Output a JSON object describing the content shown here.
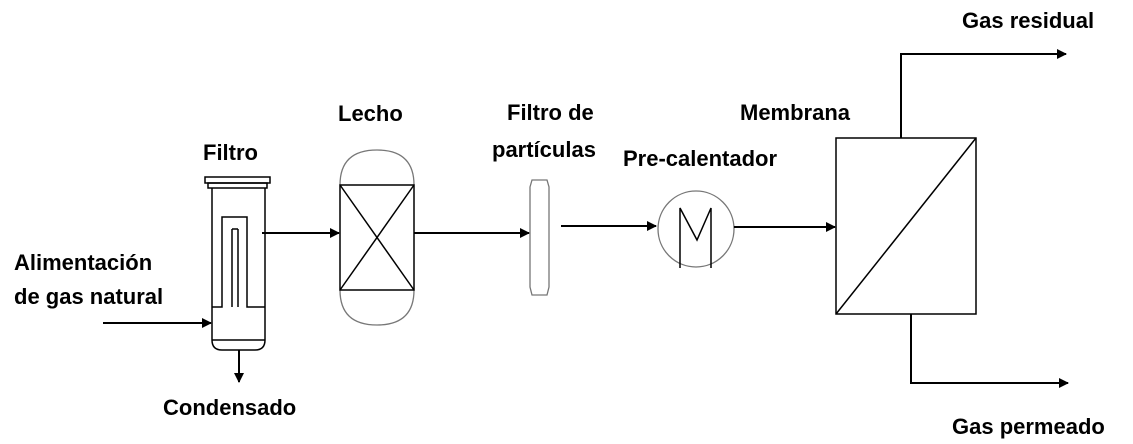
{
  "labels": {
    "filtro": "Filtro",
    "lecho": "Lecho",
    "filtro_particulas_1": "Filtro de",
    "filtro_particulas_2": "partículas",
    "precalentador": "Pre-calentador",
    "membrana": "Membrana",
    "alimentacion_1": "Alimentación",
    "alimentacion_2": "de gas natural",
    "condensado": "Condensado",
    "gas_residual": "Gas residual",
    "gas_permeado": "Gas permeado"
  },
  "colors": {
    "line": "#000000",
    "faint_outline": "#777777",
    "background": "#ffffff"
  }
}
